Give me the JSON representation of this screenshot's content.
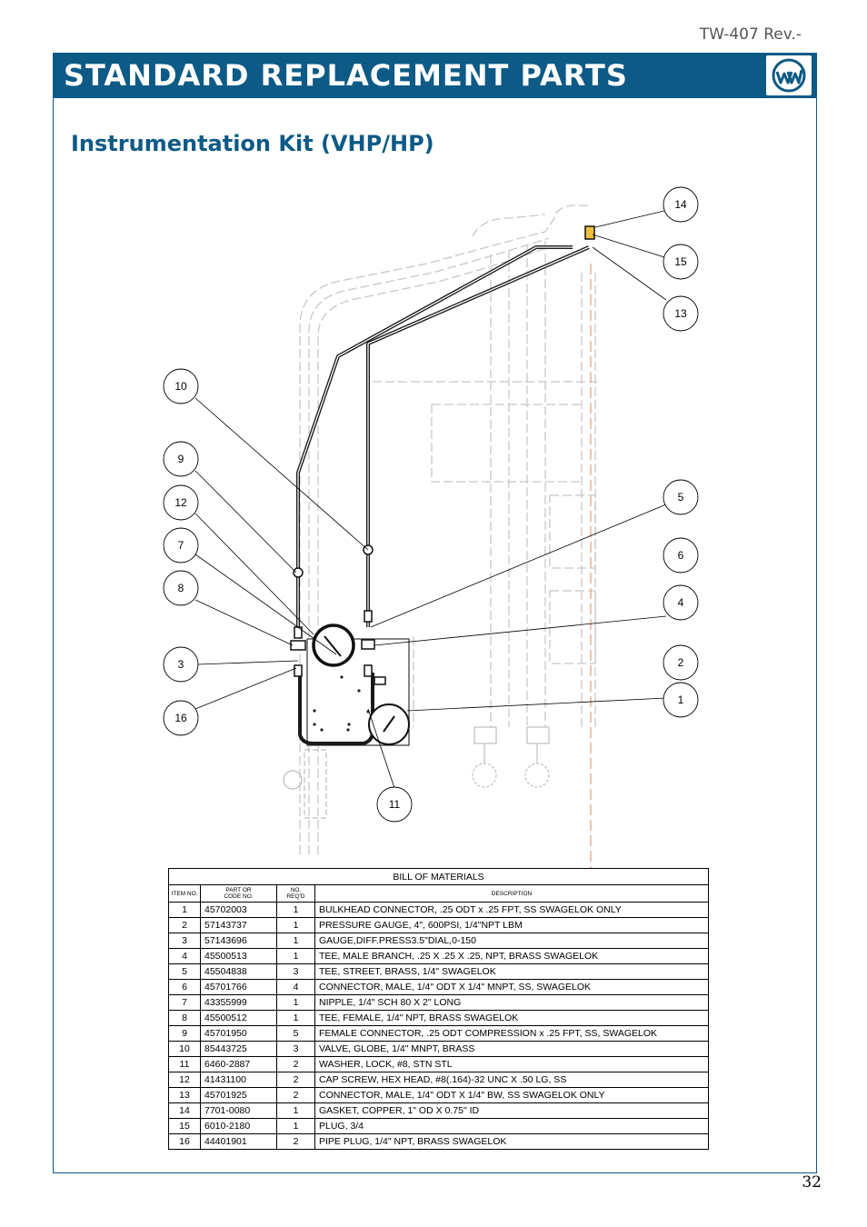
{
  "document": {
    "doc_id": "TW-407 Rev.-",
    "banner_title": "STANDARD REPLACEMENT PARTS",
    "section_title": "Instrumentation Kit (VHP/HP)",
    "page_number": "32",
    "brand_color": "#0d5a86"
  },
  "callouts": [
    "14",
    "15",
    "13",
    "10",
    "9",
    "12",
    "7",
    "8",
    "3",
    "16",
    "5",
    "6",
    "4",
    "2",
    "1",
    "11"
  ],
  "bom": {
    "caption": "BILL OF MATERIALS",
    "headers": {
      "item": "ITEM NO.",
      "part_l1": "PART OR",
      "part_l2": "CODE NO.",
      "qty_l1": "NO.",
      "qty_l2": "REQ'D",
      "desc": "DESCRIPTION"
    },
    "rows": [
      {
        "item": "1",
        "part": "45702003",
        "qty": "1",
        "desc": "BULKHEAD CONNECTOR, .25 ODT x .25 FPT, SS SWAGELOK ONLY"
      },
      {
        "item": "2",
        "part": "57143737",
        "qty": "1",
        "desc": "PRESSURE GAUGE, 4\", 600PSI, 1/4\"NPT LBM"
      },
      {
        "item": "3",
        "part": "57143696",
        "qty": "1",
        "desc": "GAUGE,DIFF.PRESS3.5\"DIAL,0-150"
      },
      {
        "item": "4",
        "part": "45500513",
        "qty": "1",
        "desc": "TEE, MALE BRANCH, .25 X .25 X .25, NPT, BRASS SWAGELOK"
      },
      {
        "item": "5",
        "part": "45504838",
        "qty": "3",
        "desc": "TEE, STREET, BRASS, 1/4\" SWAGELOK"
      },
      {
        "item": "6",
        "part": "45701766",
        "qty": "4",
        "desc": "CONNECTOR, MALE, 1/4\" ODT X 1/4\" MNPT, SS, SWAGELOK"
      },
      {
        "item": "7",
        "part": "43355999",
        "qty": "1",
        "desc": "NIPPLE, 1/4\" SCH 80 X 2\" LONG"
      },
      {
        "item": "8",
        "part": "45500512",
        "qty": "1",
        "desc": "TEE, FEMALE, 1/4\" NPT, BRASS SWAGELOK"
      },
      {
        "item": "9",
        "part": "45701950",
        "qty": "5",
        "desc": "FEMALE CONNECTOR, .25 ODT COMPRESSION x .25 FPT, SS, SWAGELOK"
      },
      {
        "item": "10",
        "part": "85443725",
        "qty": "3",
        "desc": "VALVE, GLOBE, 1/4\" MNPT, BRASS"
      },
      {
        "item": "11",
        "part": "6460-2887",
        "qty": "2",
        "desc": "WASHER, LOCK, #8, STN STL"
      },
      {
        "item": "12",
        "part": "41431100",
        "qty": "2",
        "desc": "CAP SCREW, HEX HEAD, #8(.164)-32 UNC X .50 LG, SS"
      },
      {
        "item": "13",
        "part": "45701925",
        "qty": "2",
        "desc": "CONNECTOR, MALE, 1/4\" ODT X 1/4\" BW, SS SWAGELOK ONLY"
      },
      {
        "item": "14",
        "part": "7701-0080",
        "qty": "1",
        "desc": "GASKET, COPPER, 1\" OD X 0.75\" ID"
      },
      {
        "item": "15",
        "part": "6010-2180",
        "qty": "1",
        "desc": "PLUG, 3/4"
      },
      {
        "item": "16",
        "part": "44401901",
        "qty": "2",
        "desc": "PIPE PLUG, 1/4\" NPT, BRASS SWAGELOK"
      }
    ]
  }
}
